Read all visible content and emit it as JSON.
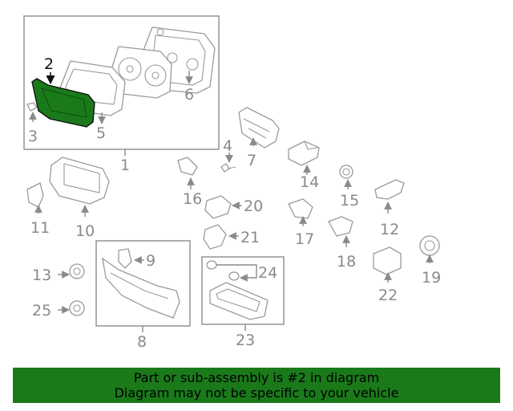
{
  "callouts": {
    "c1": "1",
    "c2": "2",
    "c3": "3",
    "c4": "4",
    "c5": "5",
    "c6": "6",
    "c7": "7",
    "c8": "8",
    "c9": "9",
    "c10": "10",
    "c11": "11",
    "c12": "12",
    "c13": "13",
    "c14": "14",
    "c15": "15",
    "c16": "16",
    "c17": "17",
    "c18": "18",
    "c19": "19",
    "c20": "20",
    "c21": "21",
    "c22": "22",
    "c23": "23",
    "c24": "24",
    "c25": "25"
  },
  "highlight": {
    "part_number": "2",
    "color": "#1a7a1a"
  },
  "banner": {
    "line1": "Part or sub-assembly is #2 in diagram",
    "line2": "Diagram may not be specific to your vehicle",
    "background": "#1a7a1a"
  }
}
